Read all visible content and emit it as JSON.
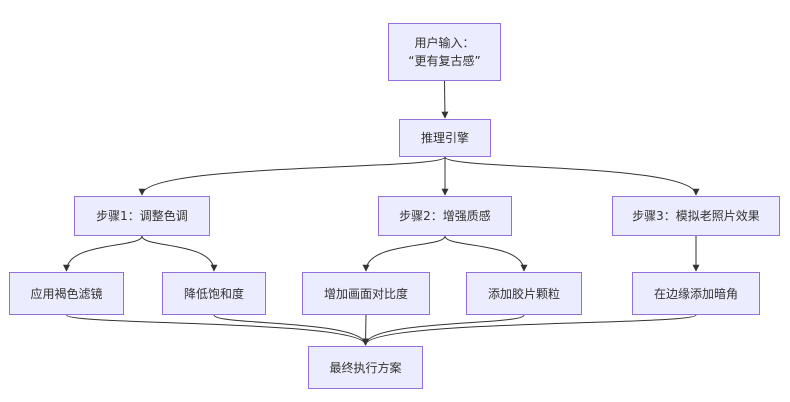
{
  "colors": {
    "node_fill": "#ececff",
    "node_border": "#9370db",
    "edge": "#333333",
    "text": "#333333"
  },
  "nodes": {
    "user_input": {
      "line1": "用户输入：",
      "line2": "“更有复古感”"
    },
    "engine": {
      "label": "推理引擎"
    },
    "step1": {
      "label": "步骤1：调整色调"
    },
    "step2": {
      "label": "步骤2：增强质感"
    },
    "step3": {
      "label": "步骤3：模拟老照片效果"
    },
    "sepia": {
      "label": "应用褐色滤镜"
    },
    "desat": {
      "label": "降低饱和度"
    },
    "contrast": {
      "label": "增加画面对比度"
    },
    "grain": {
      "label": "添加胶片颗粒"
    },
    "vignette": {
      "label": "在边缘添加暗角"
    },
    "final": {
      "label": "最终执行方案"
    }
  },
  "edges": [
    {
      "from": "user_input",
      "to": "engine"
    },
    {
      "from": "engine",
      "to": "step1"
    },
    {
      "from": "engine",
      "to": "step2"
    },
    {
      "from": "engine",
      "to": "step3"
    },
    {
      "from": "step1",
      "to": "sepia"
    },
    {
      "from": "step1",
      "to": "desat"
    },
    {
      "from": "step2",
      "to": "contrast"
    },
    {
      "from": "step2",
      "to": "grain"
    },
    {
      "from": "step3",
      "to": "vignette"
    },
    {
      "from": "sepia",
      "to": "final"
    },
    {
      "from": "desat",
      "to": "final"
    },
    {
      "from": "contrast",
      "to": "final"
    },
    {
      "from": "grain",
      "to": "final"
    },
    {
      "from": "vignette",
      "to": "final"
    }
  ]
}
